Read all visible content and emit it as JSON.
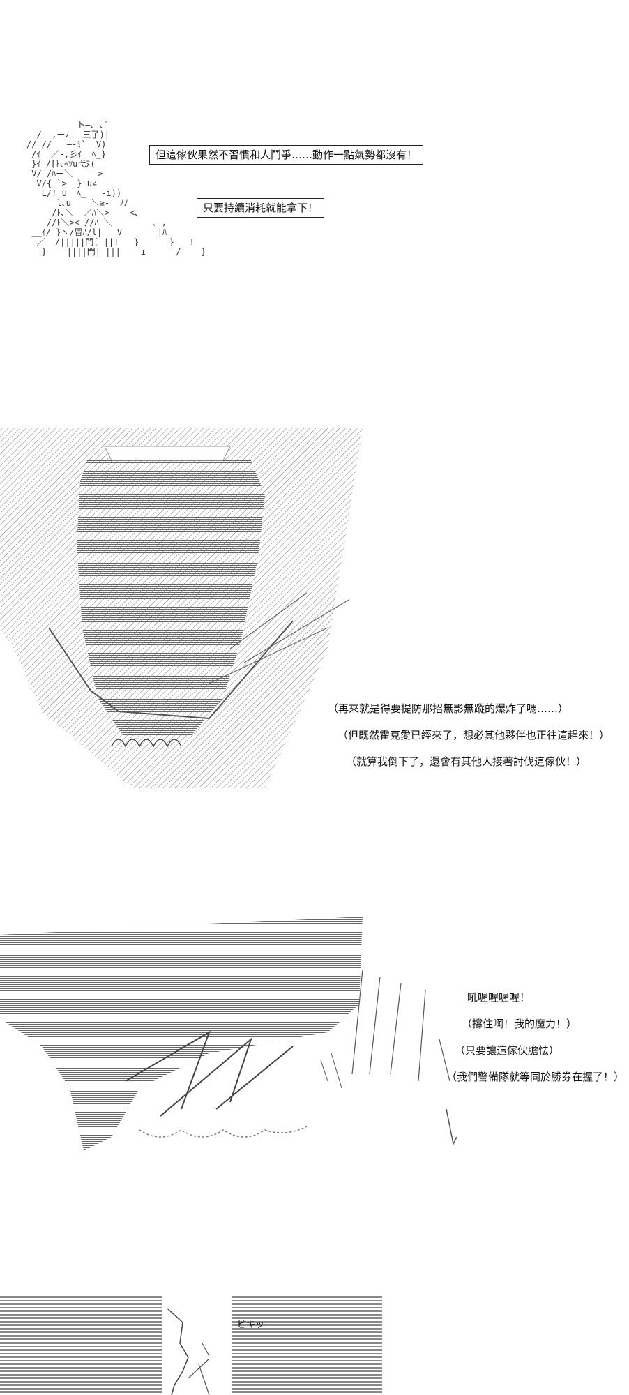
{
  "panel1": {
    "speech_boxes": [
      "但這傢伙果然不習慣和人鬥爭……動作一點氣勢都沒有！",
      "只要持續消耗就能拿下！"
    ],
    "art": "          ト―､ ､`\n  /  ,ーﾉ￣ 三了)|\n// //   ―‐ﾐ`  V)\n /ｲ  ／-,彡ｲ  ﾍ_}\n }ｲ /[ﾄ､ﾍﾂu弋ﾇ(\n V/ /ﾊー＼     >\n  V/{ `>  } u∠\n   L/! u  ﾍ_   -i))\n      l､u    ＼≧-  ﾉﾉ\n     /ﾄ､＼  ／ﾊ＼>――――<､\n    //ﾄ＼>< //ﾊ ＼        ､ ,\n __ｲ/ }ヽ/冒ﾊ/l|   V       |ﾊ\n  ／  /|||||門[ ||!   }      }   !\n   }    ||||門| |||    ı      /    }"
  },
  "panel2": {
    "thoughts": [
      "（再來就是得要提防那招無影無蹤的爆炸了嗎……）",
      "（但既然霍克愛已經來了，想必其他夥伴也正往這趕來！）",
      "（就算我倒下了，還會有其他人接著討伐這傢伙！）"
    ]
  },
  "panel3": {
    "lines": [
      "吼喔喔喔喔！",
      "（撐住啊！我的魔力！）",
      "（只要讓這傢伙膽怯）",
      "（我們警備隊就等同於勝券在握了！）"
    ]
  },
  "panel4": {
    "sfx": "ピキッ"
  }
}
